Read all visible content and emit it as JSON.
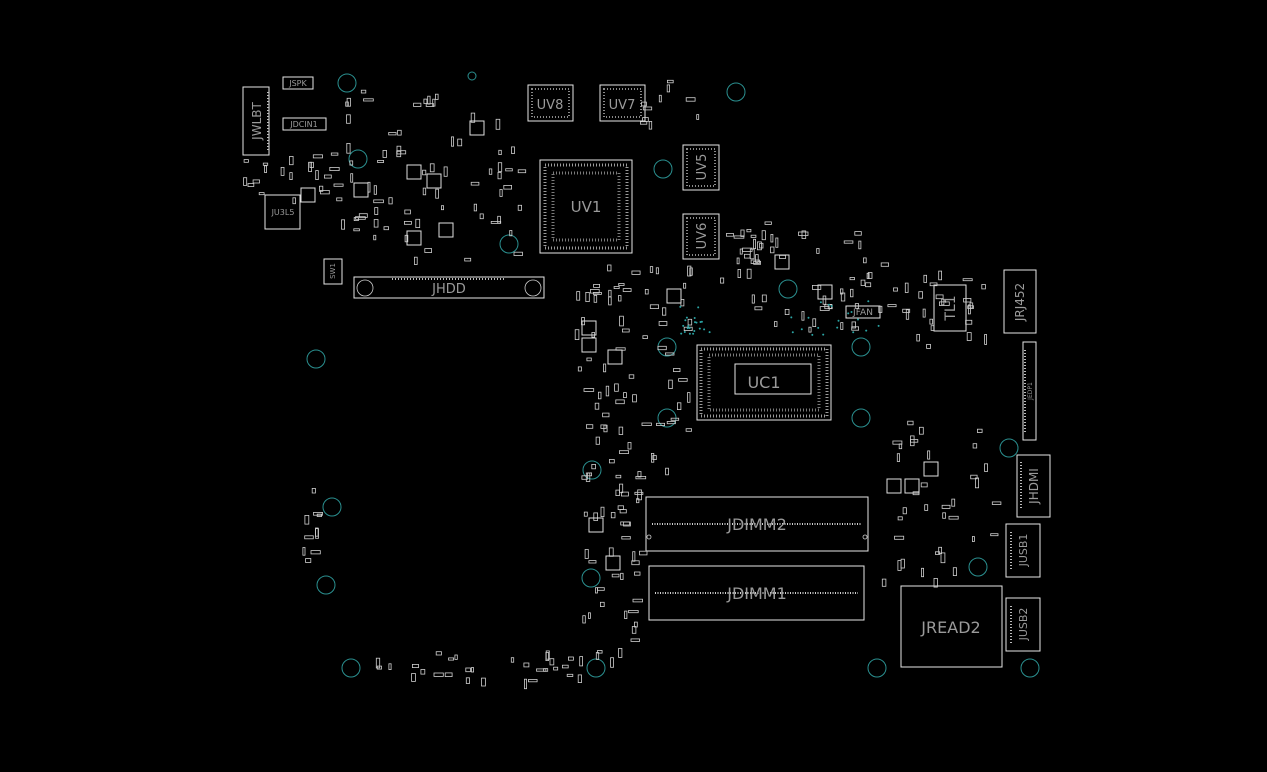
{
  "view": {
    "background": "#000000",
    "silk_color": "#e6e6e6",
    "hole_color": "#2a8f8f"
  },
  "components": {
    "uv1": "UV1",
    "uv5": "UV5",
    "uv6": "UV6",
    "uv7": "UV7",
    "uv8": "UV8",
    "uc1": "UC1",
    "jhdd": "JHDD",
    "jwlbt": "JWLBT",
    "jspk": "JSPK",
    "jdcin1": "JDCIN1",
    "ju3l5": "JU3L5",
    "sw1": "SW1",
    "jfan": "JFAN",
    "tl1": "TL1",
    "jrj452": "JRJ452",
    "jedp1": "JEDP1",
    "jhdmi": "JHDMI",
    "jusb1": "JUSB1",
    "jusb2": "JUSB2",
    "jread2": "JREAD2",
    "jdimm1": "JDIMM1",
    "jdimm2": "JDIMM2"
  }
}
